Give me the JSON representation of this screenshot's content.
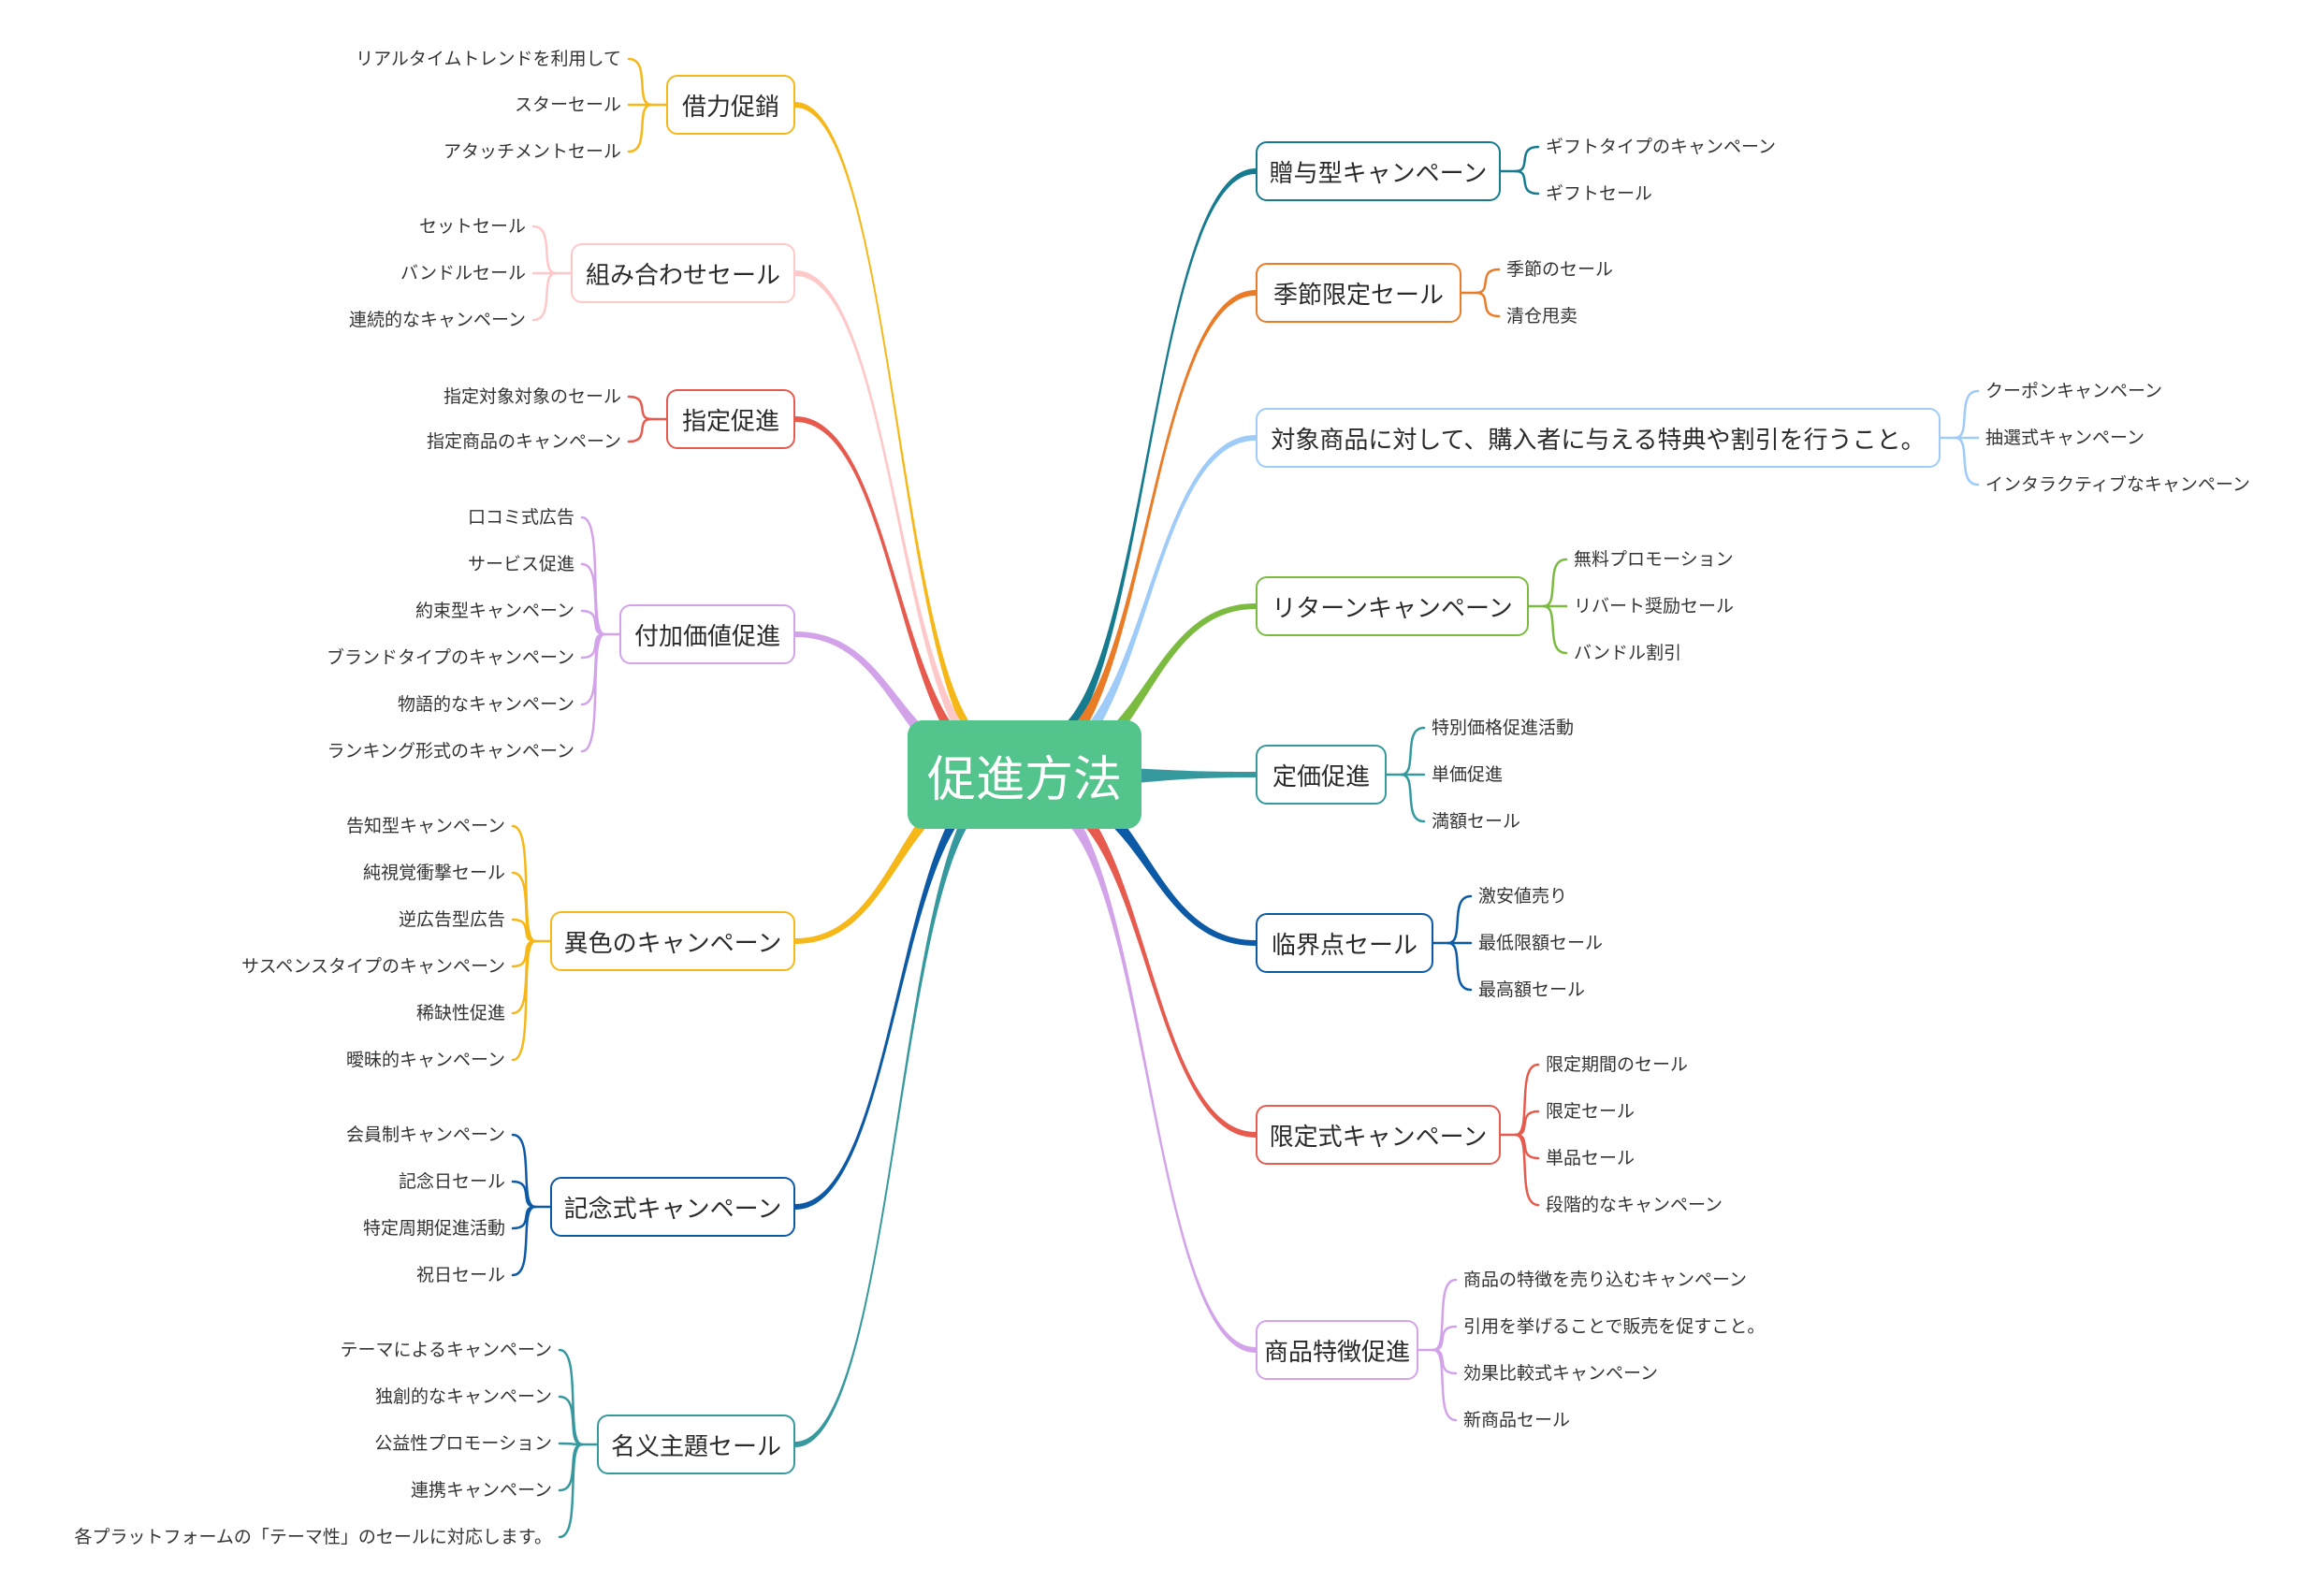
{
  "root": {
    "label": "促進方法",
    "color": "#52c48c"
  },
  "left_branches": [
    {
      "label": "借力促銷",
      "color": "#f6b718",
      "leaves": [
        "リアルタイムトレンドを利用して",
        "スターセール",
        "アタッチメントセール"
      ]
    },
    {
      "label": "組み合わせセール",
      "color": "#ffc8c8",
      "leaves": [
        "セットセール",
        "バンドルセール",
        "連続的なキャンペーン"
      ]
    },
    {
      "label": "指定促進",
      "color": "#e75a4e",
      "leaves": [
        "指定対象対象のセール",
        "指定商品のキャンペーン"
      ]
    },
    {
      "label": "付加価値促進",
      "color": "#d3a3ea",
      "leaves": [
        "口コミ式広告",
        "サービス促進",
        "約束型キャンペーン",
        "ブランドタイプのキャンペーン",
        "物語的なキャンペーン",
        "ランキング形式のキャンペーン"
      ]
    },
    {
      "label": "異色のキャンペーン",
      "color": "#f6b718",
      "leaves": [
        "告知型キャンペーン",
        "純視覚衝撃セール",
        "逆広告型広告",
        "サスペンスタイプのキャンペーン",
        "稀缺性促進",
        "曖昧的キャンペーン"
      ]
    },
    {
      "label": "記念式キャンペーン",
      "color": "#0c5aa6",
      "leaves": [
        "会員制キャンペーン",
        "記念日セール",
        "特定周期促進活動",
        "祝日セール"
      ]
    },
    {
      "label": "名义主題セール",
      "color": "#35999e",
      "leaves": [
        "テーマによるキャンペーン",
        "独創的なキャンペーン",
        "公益性プロモーション",
        "連携キャンペーン",
        "各プラットフォームの「テーマ性」のセールに対応します。"
      ]
    }
  ],
  "right_branches": [
    {
      "label": "贈与型キャンペーン",
      "color": "#167b8f",
      "leaves": [
        "ギフトタイプのキャンペーン",
        "ギフトセール"
      ]
    },
    {
      "label": "季節限定セール",
      "color": "#ea7c28",
      "leaves": [
        "季節のセール",
        "清仓甩卖"
      ]
    },
    {
      "label": "対象商品に対して、購入者に与える特典や割引を行うこと。",
      "color": "#9ecbf8",
      "leaves": [
        "クーポンキャンペーン",
        "抽選式キャンペーン",
        "インタラクティブなキャンペーン"
      ]
    },
    {
      "label": "リターンキャンペーン",
      "color": "#7bbb40",
      "leaves": [
        "無料プロモーション",
        "リバート奨励セール",
        "バンドル割引"
      ]
    },
    {
      "label": "定価促進",
      "color": "#35999e",
      "leaves": [
        "特別価格促進活動",
        "単価促進",
        "満額セール"
      ]
    },
    {
      "label": "临界点セール",
      "color": "#0c5aa6",
      "leaves": [
        "激安値売り",
        "最低限額セール",
        "最高額セール"
      ]
    },
    {
      "label": "限定式キャンペーン",
      "color": "#e75a4e",
      "leaves": [
        "限定期間のセール",
        "限定セール",
        "単品セール",
        "段階的なキャンペーン"
      ]
    },
    {
      "label": "商品特徴促進",
      "color": "#d3a3ea",
      "leaves": [
        "商品の特徴を売り込むキャンペーン",
        "引用を挙げることで販売を促すこと。",
        "効果比較式キャンペーン",
        "新商品セール"
      ]
    }
  ]
}
